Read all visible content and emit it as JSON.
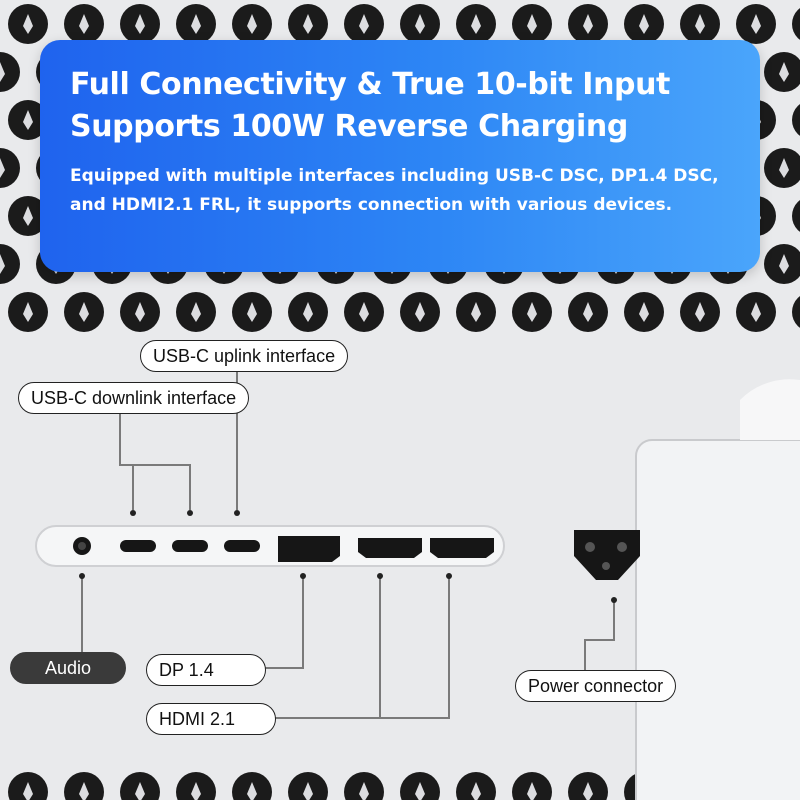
{
  "panel": {
    "headline_line1": "Full Connectivity & True 10-bit Input",
    "headline_line2": "Supports 100W Reverse Charging",
    "description": "Equipped with multiple interfaces including USB-C DSC, DP1.4 DSC, and HDMI2.1 FRL, it supports connection with various devices.",
    "gradient_start": "#1f63ee",
    "gradient_end": "#4aa5fb"
  },
  "labels": {
    "usb_c_uplink": "USB-C uplink interface",
    "usb_c_downlink": "USB-C downlink interface",
    "audio": "Audio",
    "dp": "DP 1.4",
    "hdmi": "HDMI 2.1",
    "power": "Power connector"
  },
  "colors": {
    "housing": "#e9eaec",
    "grille_hole": "#1b1b1b",
    "port_bar": "#f5f6f7",
    "port": "#161616",
    "leader_line": "#7a7a7a"
  }
}
